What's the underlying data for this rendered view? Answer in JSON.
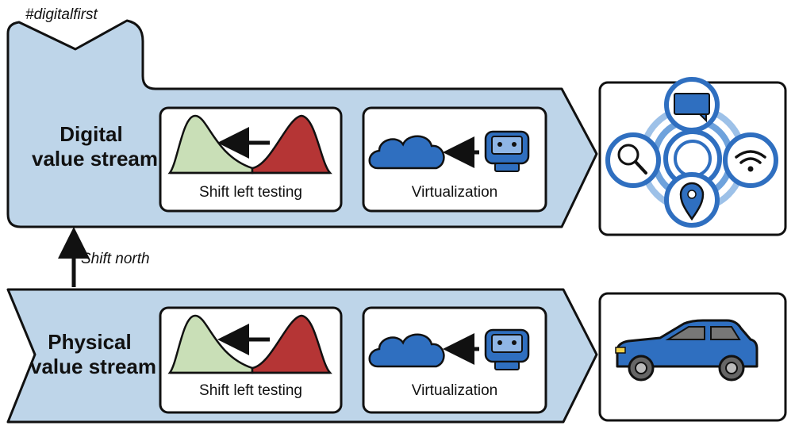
{
  "tag": "#digitalfirst",
  "shift_north": "Shift north",
  "digital": {
    "title_line1": "Digital",
    "title_line2": "value stream",
    "card1_caption": "Shift left testing",
    "card2_caption": "Virtualization"
  },
  "physical": {
    "title_line1": "Physical",
    "title_line2": "value stream",
    "card1_caption": "Shift left testing",
    "card2_caption": "Virtualization"
  },
  "icons": {
    "digital_result": [
      "message-bubble-icon",
      "search-icon",
      "wifi-icon",
      "location-pin-icon"
    ],
    "physical_result": "car-icon",
    "shift_left": "distribution-curves-icon",
    "virtualization": [
      "cloud-icon",
      "robot-icon"
    ]
  },
  "colors": {
    "stream_fill": "#bed5e9",
    "outline": "#111111",
    "curve_green": "#c9dfb7",
    "curve_red": "#b53535",
    "icon_blue": "#2f6fc0",
    "ring_light": "#9dc1e8"
  }
}
